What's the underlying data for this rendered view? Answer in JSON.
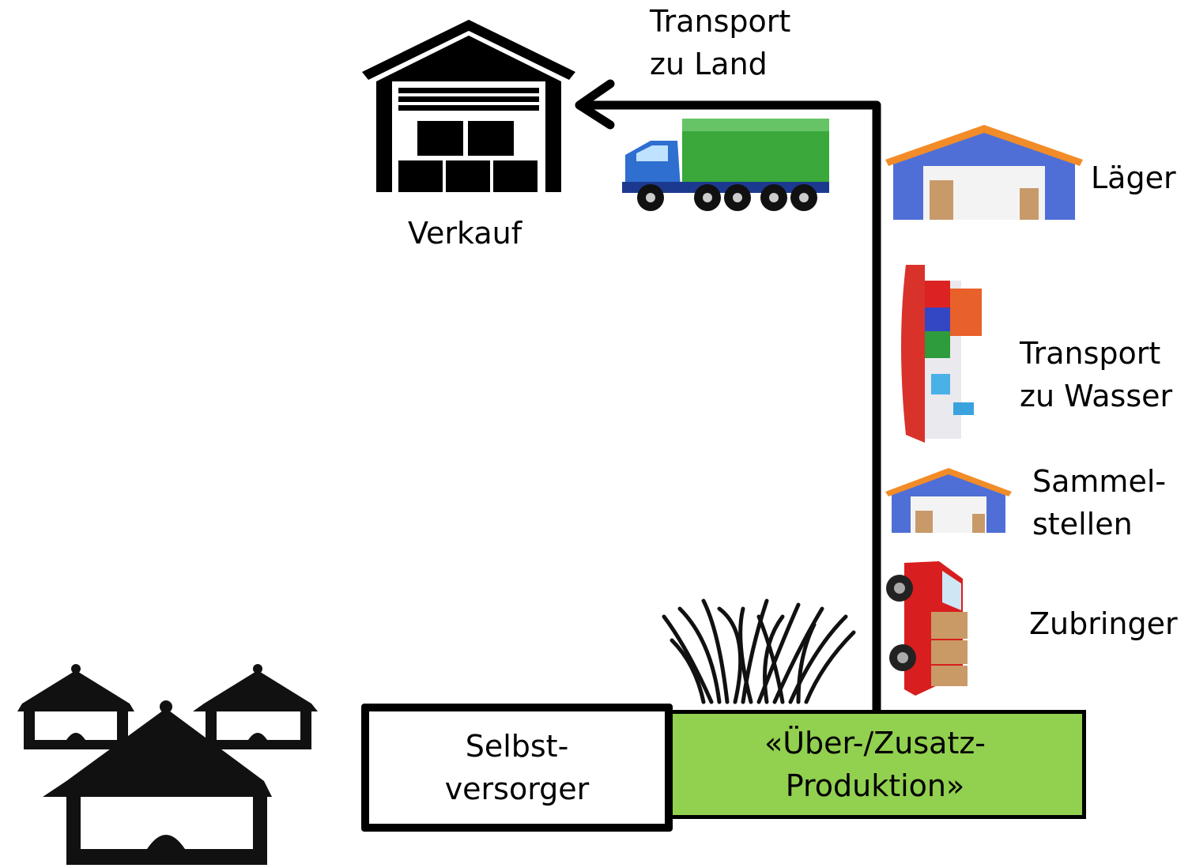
{
  "labels": {
    "transport_land_1": "Transport",
    "transport_land_2": "zu Land",
    "verkauf": "Verkauf",
    "laeger": "Läger",
    "transport_water_1": "Transport",
    "transport_water_2": "zu Wasser",
    "sammel_1": "Sammel-",
    "sammel_2": "stellen",
    "zubringer": "Zubringer"
  },
  "boxes": {
    "selbstversorger_1": "Selbst-",
    "selbstversorger_2": "versorger",
    "production_1": "«Über-/Zusatz-",
    "production_2": "Produktion»"
  },
  "colors": {
    "production_fill": "#92d050",
    "building_icon": "#000000",
    "warehouse_roof": "#f28c28",
    "warehouse_wall": "#4f6fd6",
    "truck_container": "#3aa83a",
    "truck_cab": "#2f6fd0",
    "delivery_truck": "#d81e1e"
  },
  "icons": [
    "warehouse-icon",
    "truck-icon",
    "storage-building-icon",
    "ship-icon",
    "collection-point-icon",
    "delivery-truck-icon",
    "grass-icon",
    "huts-icon"
  ]
}
